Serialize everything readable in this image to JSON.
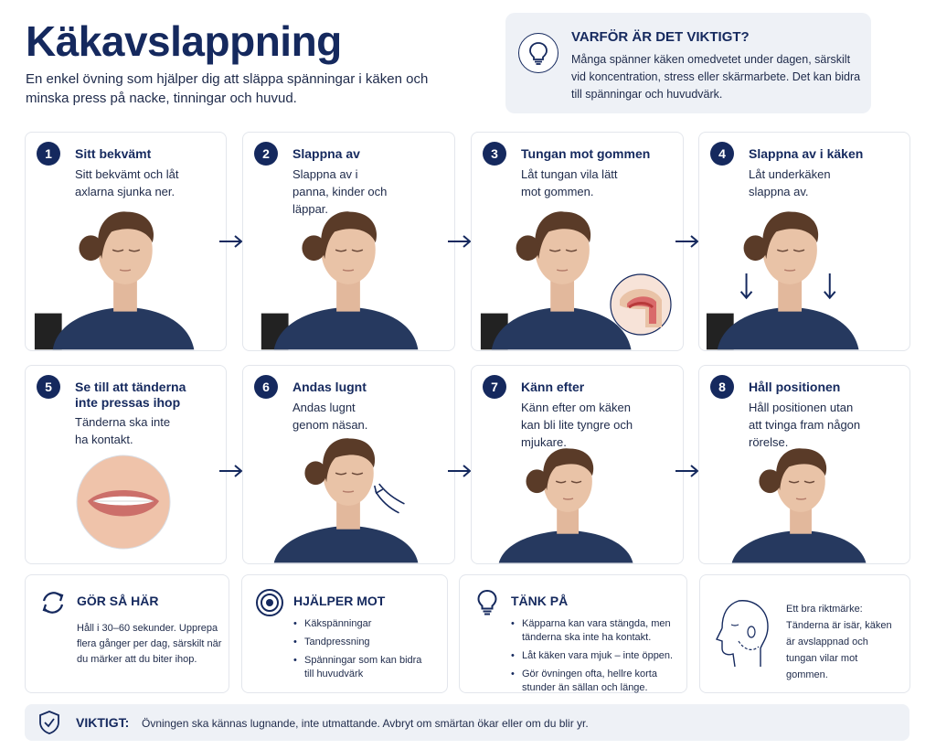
{
  "header": {
    "title": "Käkavslappning",
    "subtitle": "En enkel övning som hjälper dig att släppa spänningar i käken och minska press på nacke, tinningar och huvud."
  },
  "why": {
    "icon": "lightbulb-icon",
    "title": "VARFÖR ÄR DET VIKTIGT?",
    "text": "Många spänner käken omedvetet under dagen, särskilt vid koncentration, stress eller skärmarbete. Det kan bidra till spänningar och huvudvärk."
  },
  "steps": [
    {
      "num": "1",
      "title": "Sitt bekvämt",
      "text": "Sitt bekvämt och låt axlarna sjunka ner."
    },
    {
      "num": "2",
      "title": "Slappna av",
      "text": "Slappna av i panna, kinder och läppar."
    },
    {
      "num": "3",
      "title": "Tungan mot gommen",
      "text": "Låt tungan vila lätt mot gommen."
    },
    {
      "num": "4",
      "title": "Slappna av i käken",
      "text": "Låt underkäken slappna av."
    },
    {
      "num": "5",
      "title": "Se till att tänderna inte pressas ihop",
      "text": "Tänderna ska inte ha kontakt."
    },
    {
      "num": "6",
      "title": "Andas lugnt",
      "text": "Andas lugnt genom näsan."
    },
    {
      "num": "7",
      "title": "Känn efter",
      "text": "Känn efter om käken kan bli lite tyngre och mjukare."
    },
    {
      "num": "8",
      "title": "Håll positionen",
      "text": "Håll positionen utan att tvinga fram någon rörelse."
    }
  ],
  "info": {
    "how": {
      "icon": "refresh-icon",
      "title": "GÖR SÅ HÄR",
      "text": "Håll i 30–60 sekunder. Upprepa flera gånger per dag, särskilt när du märker att du biter ihop."
    },
    "helps": {
      "icon": "target-icon",
      "title": "HJÄLPER MOT",
      "items": [
        "Käkspänningar",
        "Tandpressning",
        "Spänningar som kan bidra till huvudvärk"
      ]
    },
    "think": {
      "icon": "lightbulb-icon",
      "title": "TÄNK PÅ",
      "items": [
        "Käpparna kan vara stängda, men tänderna ska inte ha kontakt.",
        "Låt käken vara mjuk – inte öppen.",
        "Gör övningen ofta, hellre korta stunder än sällan och länge."
      ]
    },
    "tip": {
      "icon": "head-profile-icon",
      "text": "Ett bra riktmärke: Tänderna är isär, käken är avslappnad och tungan vilar mot gommen."
    }
  },
  "important": {
    "icon": "shield-check-icon",
    "title": "VIKTIGT:",
    "text": "Övningen ska kännas lugnande, inte utmattande. Avbryt om smärtan ökar eller om du blir yr."
  },
  "colors": {
    "navy": "#15295e",
    "panel": "#eef1f6",
    "shirt": "#26395f",
    "hair": "#5a3b28",
    "skin": "#e9c3a7"
  }
}
